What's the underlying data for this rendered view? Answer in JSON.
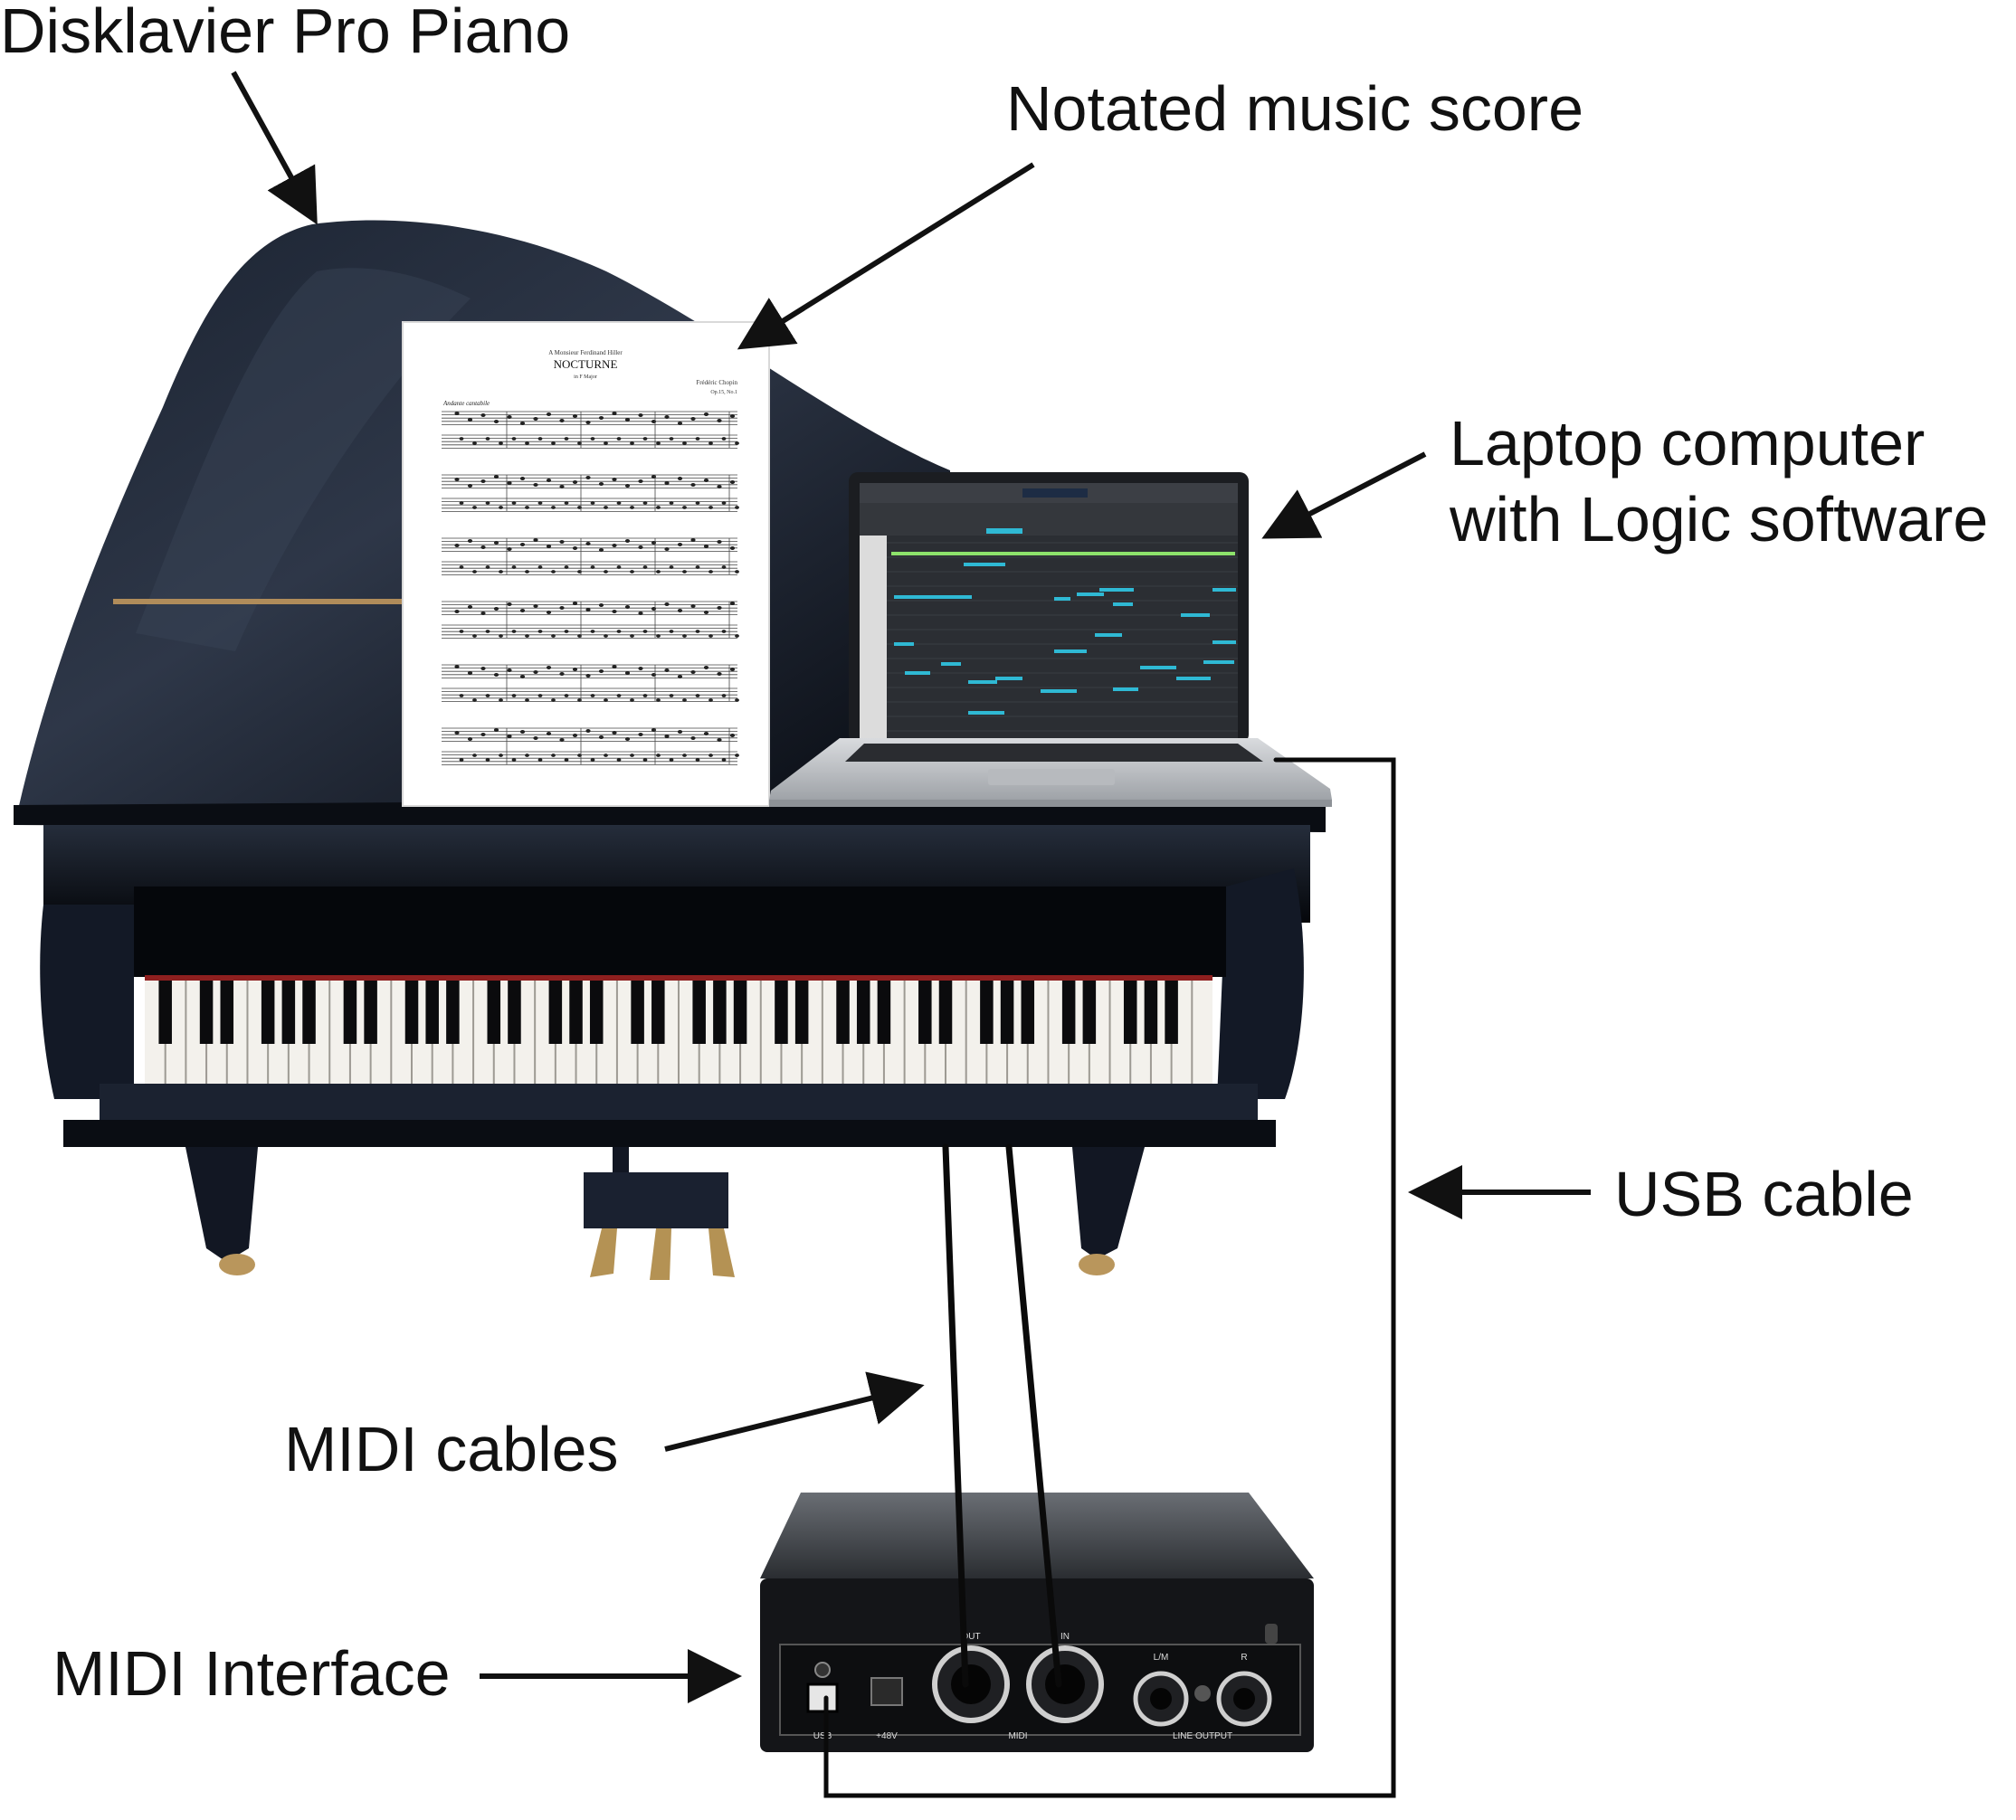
{
  "labels": {
    "piano": "Disklavier Pro Piano",
    "score": "Notated music score",
    "laptop_line1": "Laptop computer",
    "laptop_line2": "with Logic software",
    "usb": "USB cable",
    "midi_cables": "MIDI cables",
    "midi_interface": "MIDI Interface"
  },
  "score": {
    "header": "A Monsieur Ferdinand Hiller",
    "title": "NOCTURNE",
    "key": "in F Major",
    "composer": "Frédéric Chopin",
    "opus": "Op.15, No.1",
    "tempo": "Andante cantabile"
  },
  "interface_panel": {
    "port_usb": "USB",
    "port_48v": "+48V",
    "port_out": "OUT",
    "port_in": "IN",
    "group_midi": "MIDI",
    "port_l": "L/M",
    "port_r": "R",
    "group_line_output": "LINE OUTPUT"
  },
  "colors": {
    "piano_body": "#0c1119",
    "piano_highlight": "#2b3444",
    "cable": "#0a0a0a",
    "laptop_body": "#c7c9cc",
    "screen_notes": "#2fb9d4",
    "screen_playhead": "#8de36b"
  }
}
